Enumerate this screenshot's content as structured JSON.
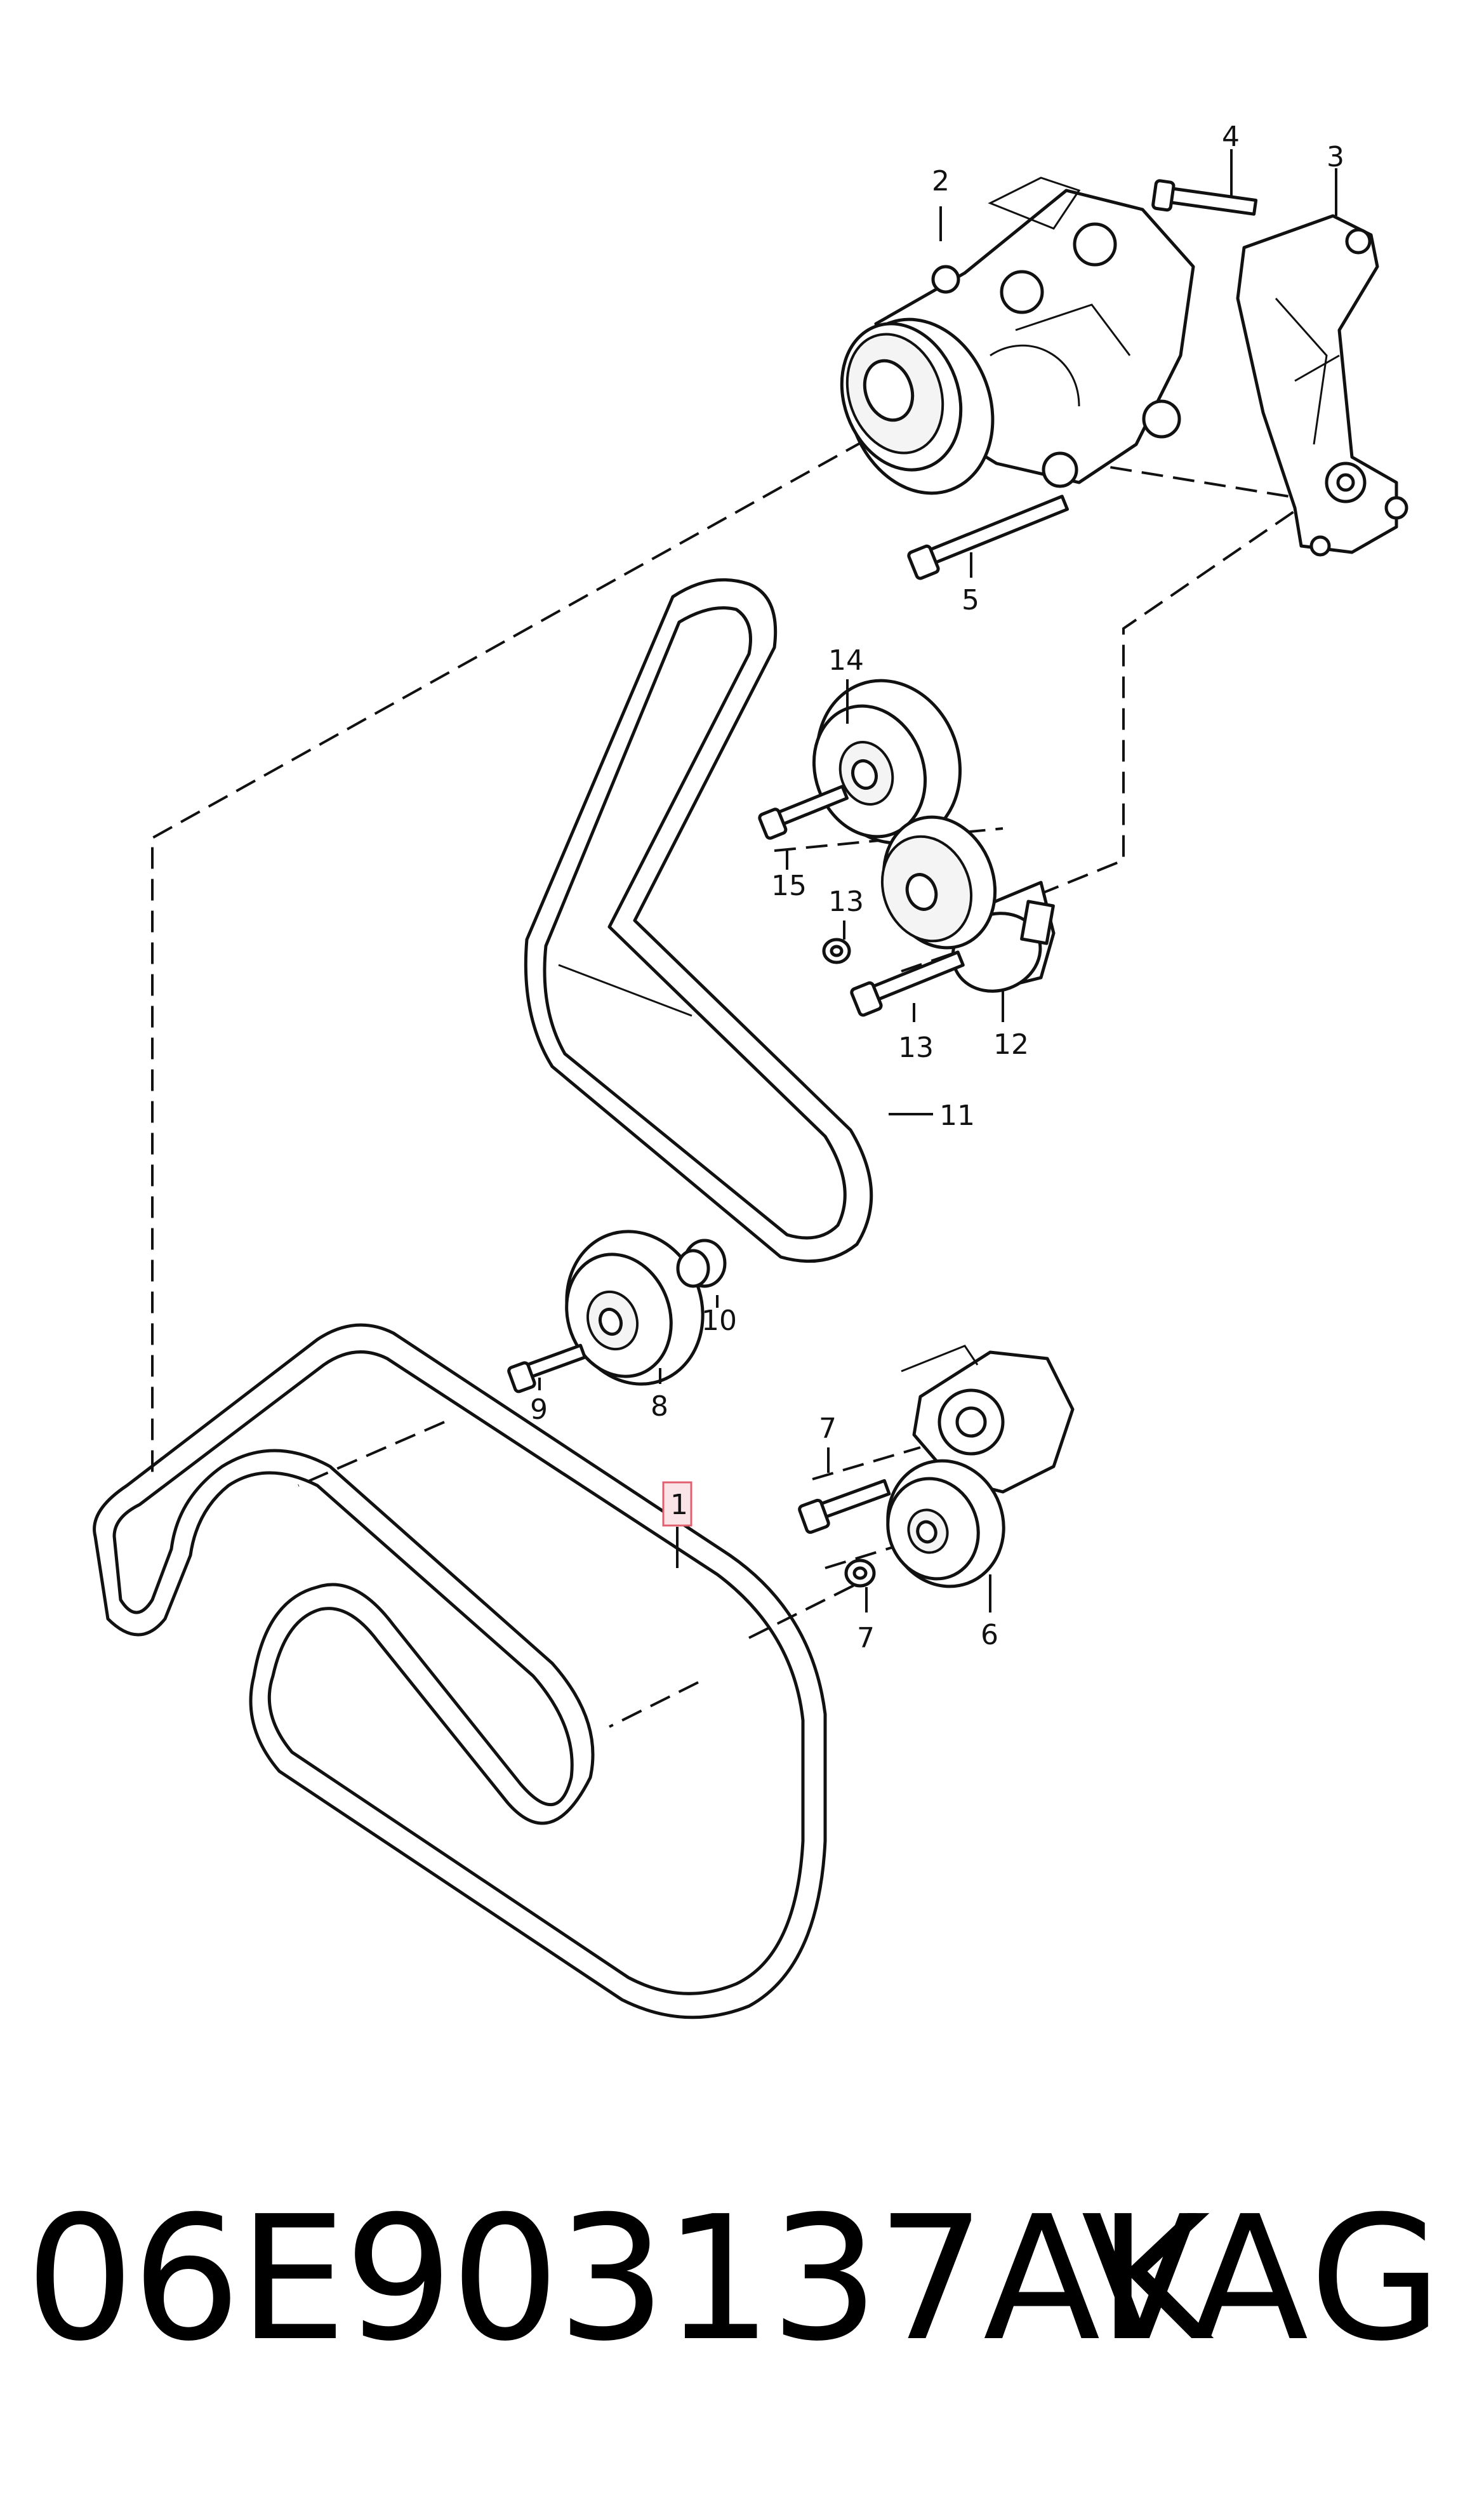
{
  "callouts": {
    "c1": "1",
    "c2": "2",
    "c3": "3",
    "c4": "4",
    "c5": "5",
    "c6": "6",
    "c7a": "7",
    "c7b": "7",
    "c8": "8",
    "c9": "9",
    "c10": "10",
    "c11": "11",
    "c12": "12",
    "c13a": "13",
    "c13b": "13",
    "c14": "14",
    "c15": "15"
  },
  "footer": {
    "part_number": "06E903137AK",
    "brand": "VAG"
  },
  "colors": {
    "line": "#111111",
    "highlight": "#e06070",
    "highlight_fill": "#fbe4e8"
  }
}
